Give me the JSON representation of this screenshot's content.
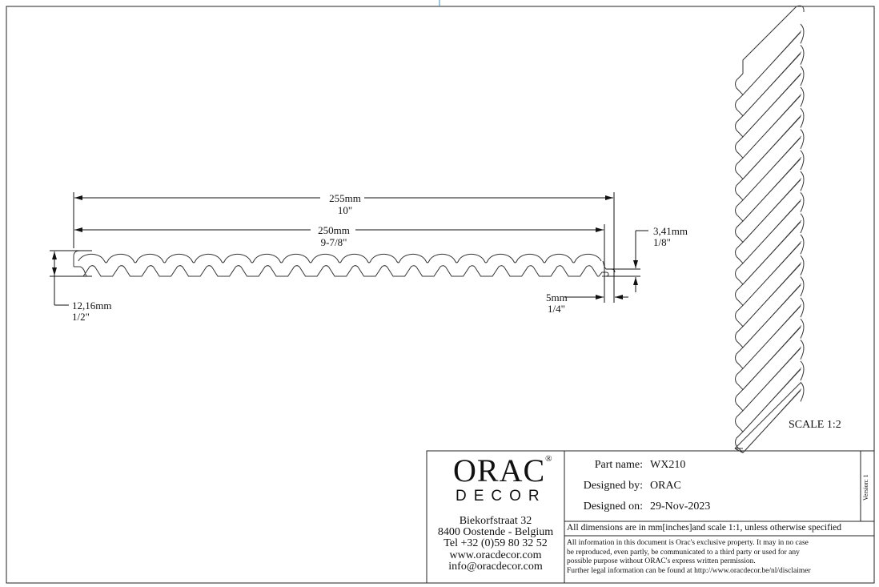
{
  "drawing": {
    "dimensions": {
      "overall_width": {
        "mm": "255mm",
        "inch": "10\""
      },
      "face_width": {
        "mm": "250mm",
        "inch": "9-7/8\""
      },
      "thickness": {
        "mm": "12,16mm",
        "inch": "1/2\""
      },
      "tongue_thickness": {
        "mm": "3,41mm",
        "inch": "1/8\""
      },
      "tongue_length": {
        "mm": "5mm",
        "inch": "1/4\""
      }
    },
    "scale_label": "SCALE  1:2"
  },
  "title_block": {
    "logo": {
      "name": "ORAC",
      "registered": "®",
      "sub": "DECOR"
    },
    "address": [
      "Biekorfstraat 32",
      "8400 Oostende - Belgium",
      "Tel   +32 (0)59 80 32 52",
      "www.oracdecor.com",
      "info@oracdecor.com"
    ],
    "part_name_label": "Part name:",
    "part_name": "WX210",
    "designed_by_label": "Designed by:",
    "designed_by": "ORAC",
    "designed_on_label": "Designed on:",
    "designed_on": "29-Nov-2023",
    "version": "Version: 1",
    "dimensions_note": "All dimensions are in mm[inches]and scale 1:1, unless otherwise specified",
    "legal": [
      "All information in this document is Orac's exclusive property.  It may in no case",
      "be reproduced, even partly, be communicated to a third party or used for any",
      "possible purpose without ORAC's express written permission.",
      "Further legal information can be found at http://www.oracdecor.be/nl/disclaimer"
    ]
  }
}
